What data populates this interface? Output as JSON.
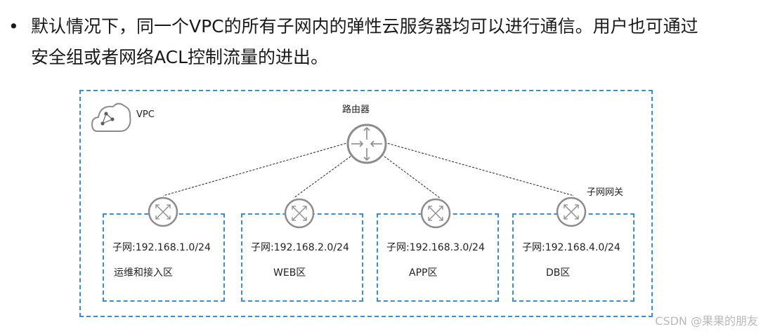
{
  "text": {
    "bullet": "•",
    "line1": "默认情况下，同一个VPC的所有子网内的弹性云服务器均可以进行通信。用户也可通过",
    "line2": "安全组或者网络ACL控制流量的进出。"
  },
  "diagram": {
    "vpc_label": "VPC",
    "router_label": "路由器",
    "gateway_label": "子网网关",
    "subnets": [
      {
        "cidr": "子网:192.168.1.0/24",
        "zone": "运维和接入区"
      },
      {
        "cidr": "子网:192.168.2.0/24",
        "zone": "WEB区"
      },
      {
        "cidr": "子网:192.168.3.0/24",
        "zone": "APP区"
      },
      {
        "cidr": "子网:192.168.4.0/24",
        "zone": "DB区"
      }
    ]
  },
  "colors": {
    "dashed_border": "#3a8fd0",
    "icon_gray": "#8c8c8c"
  },
  "watermark": "CSDN @果果的朋友"
}
